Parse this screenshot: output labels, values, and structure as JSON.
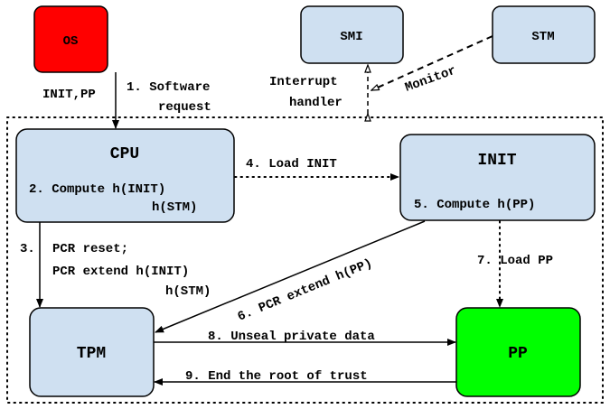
{
  "colors": {
    "os": "#ff0000",
    "pp": "#00ff00",
    "component": "#cfe0f1",
    "stroke": "#000000"
  },
  "nodes": {
    "os": "OS",
    "smi": "SMI",
    "stm": "STM",
    "cpu": "CPU",
    "init": "INIT",
    "tpm": "TPM",
    "pp": "PP",
    "cpu_step": "2. Compute h(INIT)",
    "cpu_step2": "h(STM)",
    "init_step": "5. Compute h(PP)"
  },
  "edges": {
    "os_cpu_left": "INIT,PP",
    "os_cpu_1": "1. Software",
    "os_cpu_2": "request",
    "interrupt_1": "Interrupt",
    "interrupt_2": "handler",
    "monitor": "Monitor",
    "load_init": "4. Load INIT",
    "pcr_num": "3.",
    "pcr_1": "PCR reset;",
    "pcr_2": "PCR extend h(INIT)",
    "pcr_3": "h(STM)",
    "pcr_pp": "6. PCR extend h(PP)",
    "load_pp": "7. Load PP",
    "unseal": "8. Unseal private data",
    "end_root": "9. End the root of trust"
  }
}
